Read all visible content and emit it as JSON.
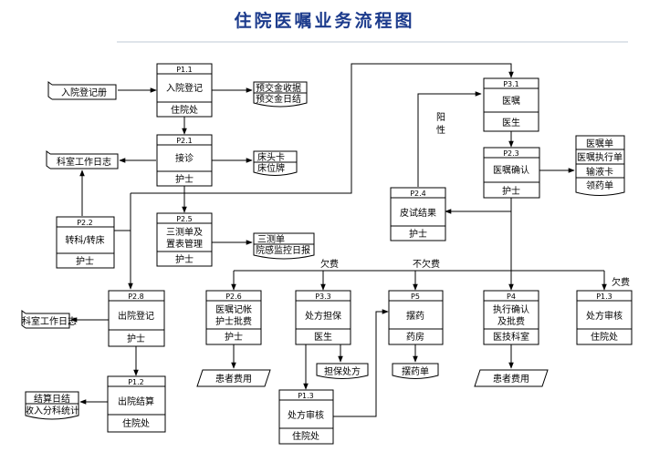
{
  "title": "住院医嘱业务流程图",
  "processes": {
    "p1_1": {
      "id": "P1.1",
      "name": "入院登记",
      "dept": "住院处"
    },
    "p2_1": {
      "id": "P2.1",
      "name": "接诊",
      "dept": "护士"
    },
    "p2_2": {
      "id": "P2.2",
      "name": "转科/转床",
      "dept": "护士"
    },
    "p2_5": {
      "id": "P2.5",
      "name1": "三测单及",
      "name2": "置表管理",
      "dept": "护士"
    },
    "p3_1": {
      "id": "P3.1",
      "name": "医嘱",
      "dept": "医生"
    },
    "p2_3": {
      "id": "P2.3",
      "name": "医嘱确认",
      "dept": "护士"
    },
    "p2_4": {
      "id": "P2.4",
      "name": "皮试结果",
      "dept": "护士"
    },
    "p2_8": {
      "id": "P2.8",
      "name": "出院登记",
      "dept": "护士"
    },
    "p1_2": {
      "id": "P1.2",
      "name": "出院结算",
      "dept": "住院处"
    },
    "p2_6": {
      "id": "P2.6",
      "name1": "医嘱记帐",
      "name2": "护士批费",
      "dept": "护士"
    },
    "p3_3": {
      "id": "P3.3",
      "name": "处方担保",
      "dept": "医生"
    },
    "p5": {
      "id": "P5",
      "name": "摆药",
      "dept": "药房"
    },
    "p4": {
      "id": "P4",
      "name1": "执行确认",
      "name2": "及批费",
      "dept": "医技科室"
    },
    "p1_3a": {
      "id": "P1.3",
      "name": "处方审核",
      "dept": "住院处"
    },
    "p1_3b": {
      "id": "P1.3",
      "name": "处方审核",
      "dept": "住院处"
    }
  },
  "entities": {
    "admission": "入院登记册",
    "log1": "科室工作日志",
    "log2": "科室工作日志"
  },
  "documents": {
    "deposit": [
      "预交金收据",
      "预交金日结"
    ],
    "bedcard": [
      "床头卡",
      "床位牌"
    ],
    "threechart": [
      "三测单",
      "院感监控日报"
    ],
    "orders": [
      "医嘱单",
      "医嘱执行单",
      "输液卡",
      "领药单"
    ],
    "settle": [
      "结算日结",
      "收入分科统计"
    ],
    "patient_fee1": "患者费用",
    "patient_fee2": "患者费用",
    "guarantee": "担保处方",
    "dispense": "摆药单"
  },
  "labels": {
    "positive": [
      "阳",
      "性"
    ],
    "owe1": "欠费",
    "notowe": "不欠费",
    "owe2": "欠费"
  }
}
